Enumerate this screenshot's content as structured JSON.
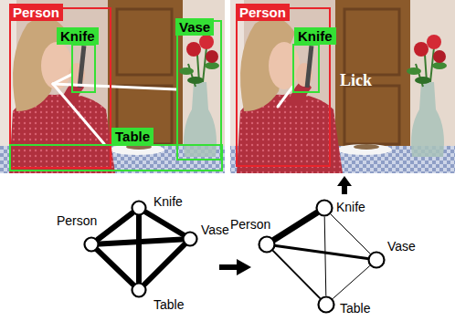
{
  "diagram": {
    "nodes": [
      {
        "text": [
          "Person"
        ]
      },
      {
        "text": [
          "Knife"
        ],
        "in": 0
      },
      {
        "text": [
          "Vase"
        ]
      },
      {
        "text": [
          "Table"
        ]
      },
      {
        "text": [
          "Person"
        ]
      },
      {
        "text": [
          "Knife"
        ],
        "in": 4
      },
      {
        "text": [
          "Person"
        ]
      },
      {
        "text": [
          "Knife"
        ]
      },
      {
        "text": [
          "Vase"
        ]
      },
      {
        "text": [
          "Table"
        ]
      },
      {
        "text": [
          "Person"
        ]
      },
      {
        "text": [
          "Knife"
        ]
      },
      {
        "text": [
          "Vase"
        ]
      },
      {
        "text": [
          "Table"
        ]
      }
    ],
    "edges": [
      {
        "from": 0,
        "to": 1,
        "arrow": "none"
      },
      {
        "from": 0,
        "to": 2,
        "arrow": "none"
      },
      {
        "from": 0,
        "to": 3,
        "arrow": "none"
      },
      {
        "from": 4,
        "to": 5,
        "label": "Lick",
        "arrow": "none"
      },
      {
        "from": 6,
        "to": 7,
        "arrow": "none"
      },
      {
        "from": 6,
        "to": 8,
        "arrow": "none"
      },
      {
        "from": 6,
        "to": 9,
        "arrow": "none"
      },
      {
        "from": 7,
        "to": 8,
        "arrow": "none"
      },
      {
        "from": 7,
        "to": 9,
        "arrow": "none"
      },
      {
        "from": 8,
        "to": 9,
        "arrow": "none"
      },
      {
        "from": 10,
        "to": 11,
        "arrow": "none"
      },
      {
        "from": 10,
        "to": 12,
        "arrow": "none"
      },
      {
        "from": 10,
        "to": 13,
        "arrow": "none"
      },
      {
        "from": 11,
        "to": 12,
        "arrow": "none"
      },
      {
        "from": 11,
        "to": 13,
        "arrow": "none"
      },
      {
        "from": 12,
        "to": 13,
        "arrow": "none"
      }
    ]
  }
}
